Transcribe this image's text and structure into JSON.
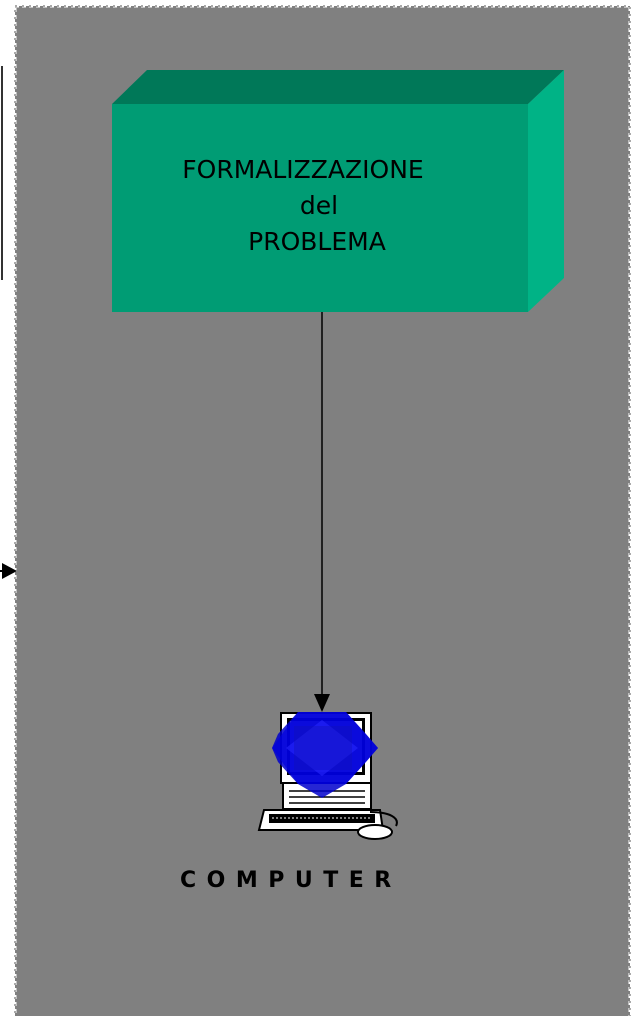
{
  "diagram": {
    "box": {
      "lines": [
        "FORMALIZZAZIONE",
        "del",
        "PROBLEMA"
      ],
      "front_color": "#009c74",
      "top_color": "#007858",
      "side_color": "#00b386"
    },
    "panel": {
      "fill_color": "#808080",
      "border_color": "#ffffff"
    },
    "computer": {
      "label": "COMPUTER",
      "icon": "computer-icon",
      "overlay_icon": "blue-diamond-icon",
      "overlay_color": "#0000cc"
    },
    "connectors": [
      {
        "from": "formalizzazione-box",
        "to": "computer-icon",
        "style": "solid-arrow"
      },
      {
        "from": "offscreen-left",
        "to": "panel",
        "style": "solid-arrow"
      }
    ]
  }
}
